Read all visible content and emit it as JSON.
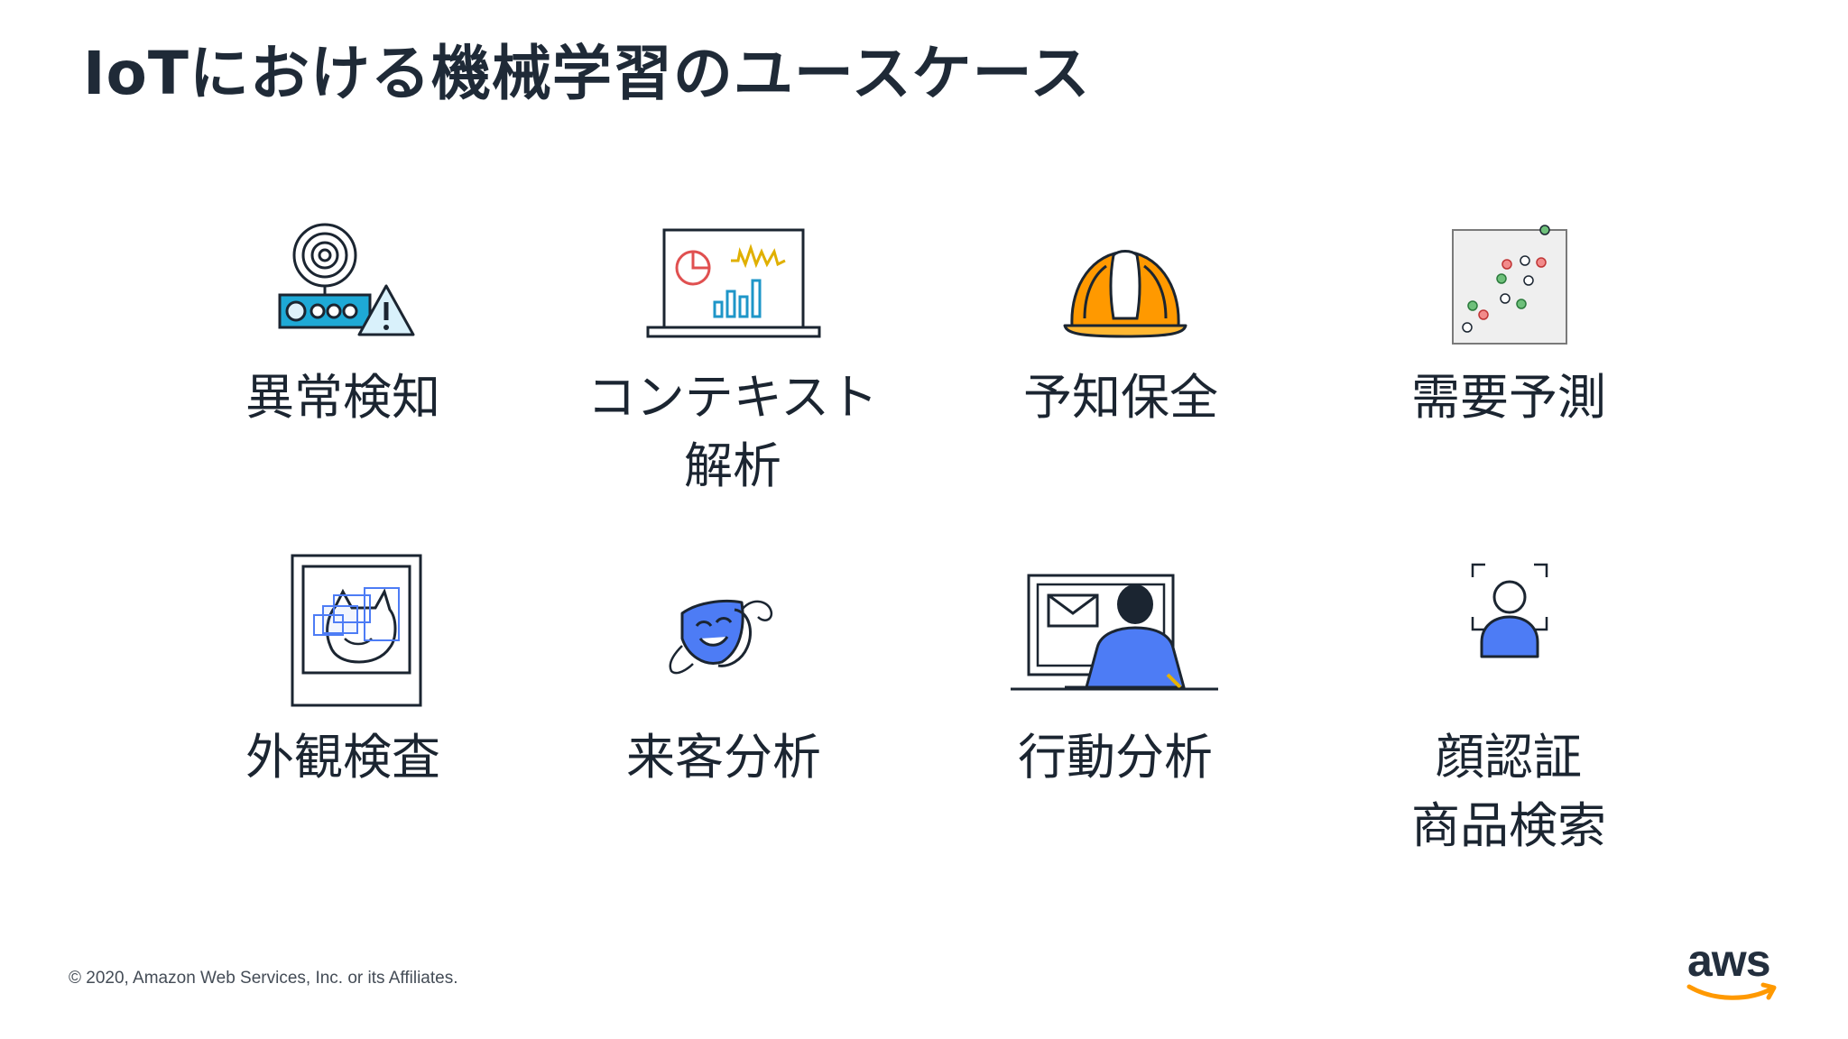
{
  "slide": {
    "title": "IoTにおける機械学習のユースケース",
    "footer": "© 2020, Amazon Web Services, Inc. or its Affiliates.",
    "logo_text": "aws",
    "accent_colors": {
      "orange": "#ff9900",
      "blue": "#4d7cf5",
      "teal": "#0fa3c4",
      "red": "#ea5a5a",
      "green": "#3e9b5c",
      "yellow": "#e7b200"
    }
  },
  "use_cases": [
    {
      "label_lines": [
        "異常検知"
      ],
      "icon": "antenna-alert-icon"
    },
    {
      "label_lines": [
        "コンテキスト",
        "解析"
      ],
      "icon": "laptop-chart-icon"
    },
    {
      "label_lines": [
        "予知保全"
      ],
      "icon": "hard-hat-icon"
    },
    {
      "label_lines": [
        "需要予測"
      ],
      "icon": "scatter-plot-icon"
    },
    {
      "label_lines": [
        "外観検査"
      ],
      "icon": "photo-inspection-icon"
    },
    {
      "label_lines": [
        "来客分析"
      ],
      "icon": "theater-mask-icon"
    },
    {
      "label_lines": [
        "行動分析"
      ],
      "icon": "person-at-monitor-icon"
    },
    {
      "label_lines": [
        "顔認証",
        "商品検索"
      ],
      "icon": "face-scan-icon"
    }
  ]
}
